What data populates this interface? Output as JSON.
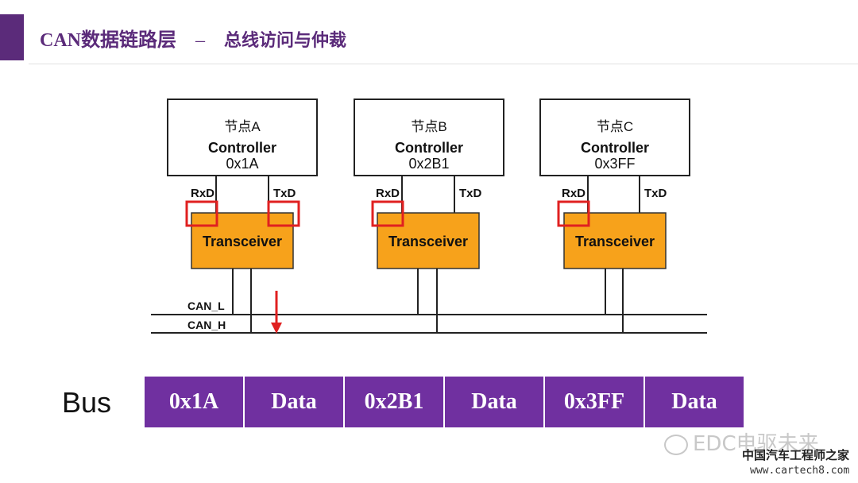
{
  "header": {
    "title_main": "CAN数据链路层",
    "title_sep": "–",
    "title_sub": "总线访问与仲裁",
    "accent_color": "#5b2b7a"
  },
  "nodes": [
    {
      "name": "节点A",
      "role": "Controller",
      "id": "0x1A",
      "rx": "RxD",
      "tx": "TxD",
      "transceiver": "Transceiver"
    },
    {
      "name": "节点B",
      "role": "Controller",
      "id": "0x2B1",
      "rx": "RxD",
      "tx": "TxD",
      "transceiver": "Transceiver"
    },
    {
      "name": "节点C",
      "role": "Controller",
      "id": "0x3FF",
      "rx": "RxD",
      "tx": "TxD",
      "transceiver": "Transceiver"
    }
  ],
  "bus_lines": {
    "low": "CAN_L",
    "high": "CAN_H"
  },
  "bus": {
    "label": "Bus",
    "frame": [
      "0x1A",
      "Data",
      "0x2B1",
      "Data",
      "0x3FF",
      "Data"
    ],
    "frame_color": "#7030a0"
  },
  "colors": {
    "transceiver": "#f7a21b",
    "highlight": "#e02020"
  },
  "watermark": {
    "line1": "EDC电驱未来",
    "line2": "中国汽车工程师之家",
    "line3": "www.cartech8.com"
  }
}
